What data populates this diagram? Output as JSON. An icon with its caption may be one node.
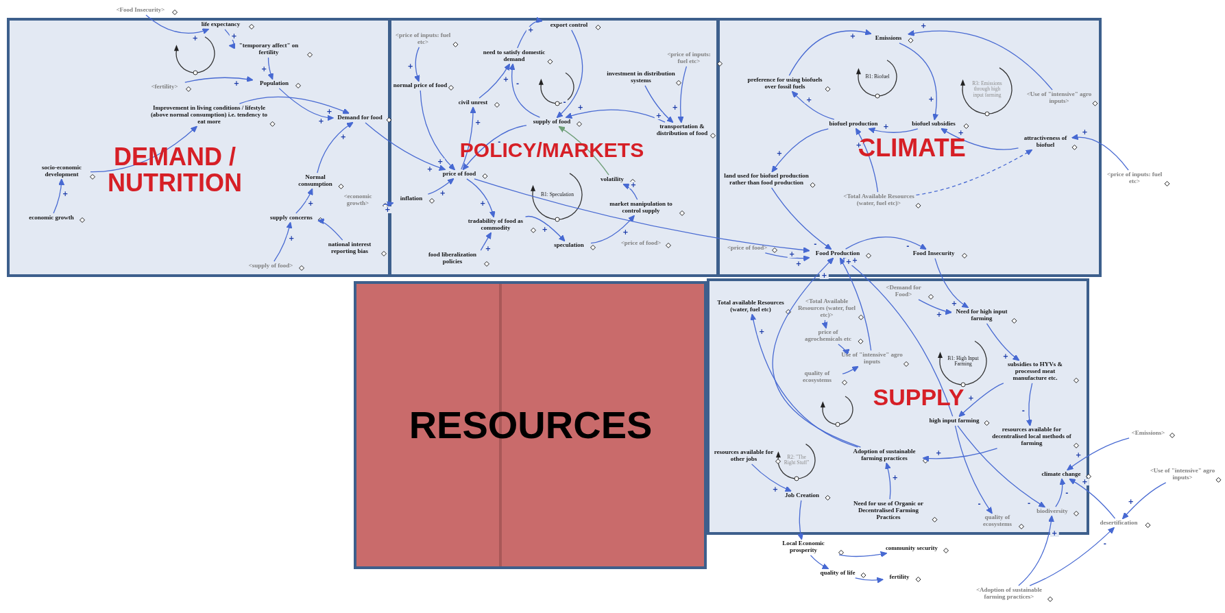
{
  "diagram": {
    "nodes": [
      {
        "text": [
          "DEMAND / NUTRITION"
        ]
      },
      {
        "text": [
          "POLICY/MARKETS"
        ]
      },
      {
        "text": [
          "CLIMATE"
        ]
      },
      {
        "text": [
          "RESOURCES"
        ]
      },
      {
        "text": [
          "SUPPLY"
        ]
      },
      {
        "text": [
          "<Food Insecurity>"
        ]
      },
      {
        "text": [
          "life expectancy"
        ],
        "in": 0
      },
      {
        "text": [
          "\"temporary affect\" on fertility"
        ],
        "in": 0
      },
      {
        "text": [
          "<fertility>"
        ],
        "in": 0
      },
      {
        "text": [
          "Population"
        ],
        "in": 0
      },
      {
        "text": [
          "Improvement in living conditions / lifestyle (above normal consumption) i.e. tendency to eat more"
        ],
        "in": 0
      },
      {
        "text": [
          "Demand for food"
        ],
        "in": 0
      },
      {
        "text": [
          "socio-economic development"
        ],
        "in": 0
      },
      {
        "text": [
          "Normal consumption"
        ],
        "in": 0
      },
      {
        "text": [
          "economic growth"
        ],
        "in": 0
      },
      {
        "text": [
          "supply concerns"
        ],
        "in": 0
      },
      {
        "text": [
          "national interest reporting bias"
        ],
        "in": 0
      },
      {
        "text": [
          "<supply of food>"
        ],
        "in": 0
      },
      {
        "text": [
          "<economic growth>"
        ],
        "in": 0
      },
      {
        "text": [
          "<price of inputs: fuel etc>"
        ],
        "in": 1
      },
      {
        "text": [
          "export control"
        ],
        "in": 1
      },
      {
        "text": [
          "need to satisfy domestic demand"
        ],
        "in": 1
      },
      {
        "text": [
          "normal price of food"
        ],
        "in": 1
      },
      {
        "text": [
          "civil unrest"
        ],
        "in": 1
      },
      {
        "text": [
          "supply of food"
        ],
        "in": 1
      },
      {
        "text": [
          "price of food"
        ],
        "in": 1
      },
      {
        "text": [
          "inflation"
        ],
        "in": 1
      },
      {
        "text": [
          "volatility"
        ],
        "in": 1
      },
      {
        "text": [
          "tradability of food as commodity"
        ],
        "in": 1
      },
      {
        "text": [
          "market manipulation to control supply"
        ],
        "in": 1
      },
      {
        "text": [
          "food liberalization policies"
        ],
        "in": 1
      },
      {
        "text": [
          "speculation"
        ],
        "in": 1
      },
      {
        "text": [
          "<price of food>"
        ],
        "in": 1
      },
      {
        "text": [
          "investment in distribution systems"
        ],
        "in": 1
      },
      {
        "text": [
          "<price of inputs: fuel etc>"
        ],
        "in": 1
      },
      {
        "text": [
          "transportation & distribution of food"
        ],
        "in": 1
      },
      {
        "text": [
          "Emissions"
        ],
        "in": 2
      },
      {
        "text": [
          "preference for using biofuels over fossil fuels"
        ],
        "in": 2
      },
      {
        "text": [
          "<Use of \"intensive\" agro inputs>"
        ],
        "in": 2
      },
      {
        "text": [
          "biofuel production"
        ],
        "in": 2
      },
      {
        "text": [
          "biofuel subsidies"
        ],
        "in": 2
      },
      {
        "text": [
          "attractiveness of biofuel"
        ],
        "in": 2
      },
      {
        "text": [
          "land used for biofuel production rather than food production"
        ],
        "in": 2
      },
      {
        "text": [
          "<Total Available Resources (water, fuel etc)>"
        ],
        "in": 2
      },
      {
        "text": [
          "<price of inputs: fuel etc>"
        ]
      },
      {
        "text": [
          "<price of food>"
        ],
        "in": 2
      },
      {
        "text": [
          "Food Production"
        ],
        "in": 2
      },
      {
        "text": [
          "Food Insecurity"
        ],
        "in": 2
      },
      {
        "text": [
          "<Demand for Food>"
        ],
        "in": 4
      },
      {
        "text": [
          "Need for high input farming"
        ],
        "in": 4
      },
      {
        "text": [
          "Total available Resources (water, fuel etc)"
        ],
        "in": 4
      },
      {
        "text": [
          "<Total Available Resources (water, fuel etc)>"
        ],
        "in": 4
      },
      {
        "text": [
          "price of agrochemicals etc"
        ],
        "in": 4
      },
      {
        "text": [
          "Use of \"intensive\" agro inputs"
        ],
        "in": 4
      },
      {
        "text": [
          "quality of ecosystems"
        ],
        "in": 4
      },
      {
        "text": [
          "subsidies to HYVs & processed meat manufacture etc."
        ],
        "in": 4
      },
      {
        "text": [
          "high input farming"
        ],
        "in": 4
      },
      {
        "text": [
          "resources available for decentralised local methods of farming"
        ],
        "in": 4
      },
      {
        "text": [
          "Adoption of sustainable farming practices"
        ],
        "in": 4
      },
      {
        "text": [
          "resources available for other jobs"
        ],
        "in": 4
      },
      {
        "text": [
          "Job Creation"
        ],
        "in": 4
      },
      {
        "text": [
          "Need for use of Organic or Decentralised Farming Practices"
        ],
        "in": 4
      },
      {
        "text": [
          "climate change"
        ],
        "in": 4
      },
      {
        "text": [
          "biodiversity"
        ],
        "in": 4
      },
      {
        "text": [
          "quality of ecosystems"
        ],
        "in": 4
      },
      {
        "text": [
          "Local Economic prosperity"
        ]
      },
      {
        "text": [
          "community security"
        ]
      },
      {
        "text": [
          "quality of life"
        ]
      },
      {
        "text": [
          "fertility"
        ]
      },
      {
        "text": [
          "<Adoption of sustainable farming practices>"
        ]
      },
      {
        "text": [
          "<Emissions>"
        ]
      },
      {
        "text": [
          "<Use of \"intensive\" agro inputs>"
        ]
      },
      {
        "text": [
          "desertification"
        ]
      }
    ],
    "edges": [
      {
        "from": 5,
        "to": 6,
        "arrow": "to",
        "label": "+"
      },
      {
        "from": 6,
        "to": 7,
        "arrow": "to",
        "label": "+"
      },
      {
        "from": 7,
        "to": 9,
        "arrow": "to",
        "label": "+"
      },
      {
        "from": 8,
        "to": 9,
        "arrow": "to",
        "label": "+"
      },
      {
        "from": 9,
        "to": 11,
        "arrow": "to",
        "label": "+"
      },
      {
        "from": 10,
        "to": 11,
        "arrow": "to",
        "label": "+"
      },
      {
        "from": 13,
        "to": 11,
        "arrow": "to",
        "label": "+"
      },
      {
        "from": 12,
        "to": 10,
        "arrow": "to"
      },
      {
        "from": 14,
        "to": 12,
        "arrow": "to",
        "label": "+"
      },
      {
        "from": 15,
        "to": 13,
        "arrow": "to",
        "label": "+"
      },
      {
        "from": 17,
        "to": 15,
        "arrow": "to",
        "label": "+"
      },
      {
        "from": 16,
        "to": 15,
        "arrow": "to"
      },
      {
        "from": 18,
        "to": 26,
        "arrow": "to",
        "label": "+"
      },
      {
        "from": 11,
        "to": 25,
        "arrow": "to",
        "label": "+"
      },
      {
        "from": 19,
        "to": 22,
        "arrow": "to",
        "label": "+"
      },
      {
        "from": 22,
        "to": 25,
        "arrow": "to",
        "label": "+"
      },
      {
        "from": 26,
        "to": 25,
        "arrow": "to",
        "label": "+"
      },
      {
        "from": 25,
        "to": 23,
        "arrow": "to",
        "label": "+"
      },
      {
        "from": 23,
        "to": 21,
        "arrow": "to",
        "label": "+"
      },
      {
        "from": 24,
        "to": 21,
        "arrow": "to",
        "label": "-"
      },
      {
        "from": 21,
        "to": 20,
        "arrow": "to",
        "label": "+"
      },
      {
        "from": 20,
        "to": 24,
        "arrow": "to",
        "label": "-"
      },
      {
        "from": 25,
        "to": 28,
        "arrow": "to",
        "label": "+"
      },
      {
        "from": 30,
        "to": 28,
        "arrow": "to",
        "label": "+"
      },
      {
        "from": 28,
        "to": 31,
        "arrow": "to",
        "label": "+"
      },
      {
        "from": 31,
        "to": 29,
        "arrow": "to",
        "label": "+"
      },
      {
        "from": 29,
        "to": 27,
        "arrow": "to",
        "label": "+"
      },
      {
        "from": 27,
        "to": 24,
        "arrow": "to",
        "color": "#6f9f78"
      },
      {
        "from": 33,
        "to": 35,
        "arrow": "to",
        "label": "+"
      },
      {
        "from": 34,
        "to": 35,
        "arrow": "to",
        "label": "+"
      },
      {
        "from": 35,
        "to": 24,
        "arrow": "to",
        "label": "+"
      },
      {
        "from": 24,
        "to": 25,
        "arrow": "to",
        "label": "-"
      },
      {
        "from": 25,
        "to": 46,
        "arrow": "to",
        "label": "+"
      },
      {
        "from": 37,
        "to": 36,
        "arrow": "to",
        "label": "+"
      },
      {
        "from": 36,
        "to": 40,
        "arrow": "to",
        "label": "+"
      },
      {
        "from": 38,
        "to": 36,
        "arrow": "to",
        "label": "+"
      },
      {
        "from": 40,
        "to": 39,
        "arrow": "to",
        "label": "+"
      },
      {
        "from": 39,
        "to": 37,
        "arrow": "to",
        "label": "+"
      },
      {
        "from": 39,
        "to": 42,
        "arrow": "to",
        "label": "+"
      },
      {
        "from": 43,
        "to": 39,
        "arrow": "to",
        "label": "+"
      },
      {
        "from": 43,
        "to": 41,
        "arrow": "to",
        "style": "dashed"
      },
      {
        "from": 44,
        "to": 41,
        "arrow": "to",
        "label": "+"
      },
      {
        "from": 41,
        "to": 40,
        "arrow": "to",
        "label": "+"
      },
      {
        "from": 42,
        "to": 46,
        "arrow": "to",
        "label": "-"
      },
      {
        "from": 45,
        "to": 46,
        "arrow": "to",
        "label": "+"
      },
      {
        "from": 46,
        "to": 47,
        "arrow": "to",
        "label": "-"
      },
      {
        "from": 47,
        "to": 49,
        "arrow": "to",
        "label": "+"
      },
      {
        "from": 48,
        "to": 49,
        "arrow": "to",
        "label": "+"
      },
      {
        "from": 49,
        "to": 55,
        "arrow": "to",
        "label": "+"
      },
      {
        "from": 55,
        "to": 57,
        "arrow": "to",
        "label": "-"
      },
      {
        "from": 55,
        "to": 56,
        "arrow": "to",
        "label": "+"
      },
      {
        "from": 56,
        "to": 46,
        "arrow": "to",
        "label": "+"
      },
      {
        "from": 57,
        "to": 58,
        "arrow": "to",
        "label": "+"
      },
      {
        "from": 61,
        "to": 58,
        "arrow": "to",
        "label": "+"
      },
      {
        "from": 58,
        "to": 46,
        "arrow": "to",
        "label": "+"
      },
      {
        "from": 58,
        "to": 50,
        "arrow": "to",
        "label": "+"
      },
      {
        "from": 52,
        "to": 53,
        "arrow": "to"
      },
      {
        "from": 54,
        "to": 53,
        "arrow": "to"
      },
      {
        "from": 53,
        "to": 46,
        "arrow": "to",
        "label": "+"
      },
      {
        "from": 51,
        "to": 52,
        "arrow": "to"
      },
      {
        "from": 59,
        "to": 60,
        "arrow": "to",
        "label": "+"
      },
      {
        "from": 60,
        "to": 65,
        "arrow": "to"
      },
      {
        "from": 65,
        "to": 66,
        "arrow": "to"
      },
      {
        "from": 65,
        "to": 67,
        "arrow": "to"
      },
      {
        "from": 67,
        "to": 68,
        "arrow": "to"
      },
      {
        "from": 56,
        "to": 64,
        "arrow": "to",
        "label": "-"
      },
      {
        "from": 56,
        "to": 63,
        "arrow": "to",
        "label": "-"
      },
      {
        "from": 69,
        "to": 63,
        "arrow": "to",
        "label": "+"
      },
      {
        "from": 69,
        "to": 72,
        "arrow": "to",
        "label": "-"
      },
      {
        "from": 63,
        "to": 62,
        "arrow": "to",
        "label": "-"
      },
      {
        "from": 70,
        "to": 62,
        "arrow": "to",
        "label": "+"
      },
      {
        "from": 71,
        "to": 72,
        "arrow": "to",
        "label": "+"
      },
      {
        "from": 72,
        "to": 62,
        "arrow": "to",
        "label": "+"
      }
    ],
    "labels": [
      "B1: Speculation",
      "B1: Biofuel",
      "R3: Emissions through high input farming",
      "B1: High Input Farming",
      "R2: \"The Right Stuff\""
    ]
  }
}
